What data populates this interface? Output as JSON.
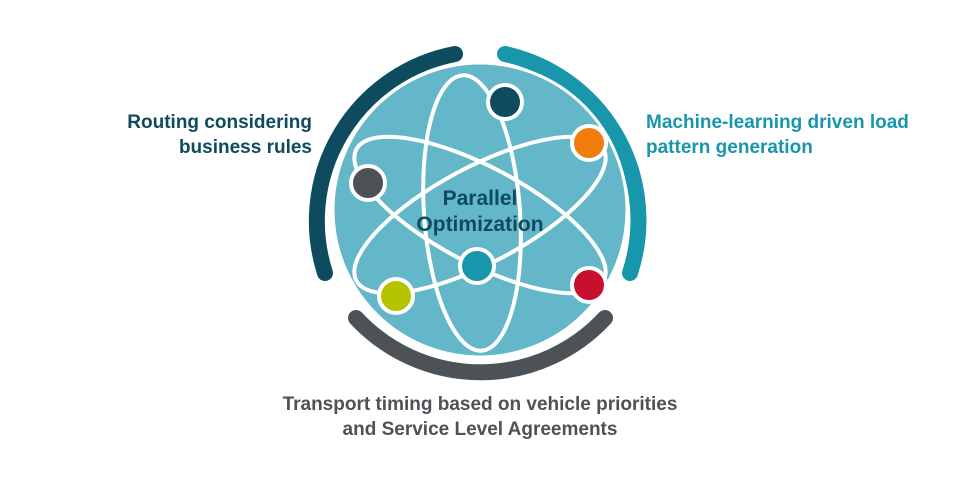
{
  "colors": {
    "circle_fill": "#63b7c9",
    "circle_stroke": "#ffffff",
    "orbit_stroke": "#ffffff",
    "arc_left": "#0f4b5f",
    "arc_right": "#1796ac",
    "arc_bottom": "#4d5257",
    "label_left": "#0f4b5f",
    "label_right": "#1796ac",
    "label_bottom": "#4d5257",
    "label_center": "#0f4b5f"
  },
  "nodes": [
    {
      "id": "navy",
      "color": "#0f4b5f"
    },
    {
      "id": "orange",
      "color": "#f07d0b"
    },
    {
      "id": "gray",
      "color": "#4d5257"
    },
    {
      "id": "teal",
      "color": "#1796ac"
    },
    {
      "id": "lime",
      "color": "#b5c400"
    },
    {
      "id": "red",
      "color": "#c8102e"
    }
  ],
  "center_label": {
    "line1": "Parallel",
    "line2": "Optimization"
  },
  "labels": {
    "left": {
      "line1": "Routing considering",
      "line2": "business rules"
    },
    "right": {
      "line1": "Machine-learning driven load",
      "line2": "pattern generation"
    },
    "bottom": {
      "line1": "Transport timing based on vehicle priorities",
      "line2": "and Service Level Agreements"
    }
  }
}
